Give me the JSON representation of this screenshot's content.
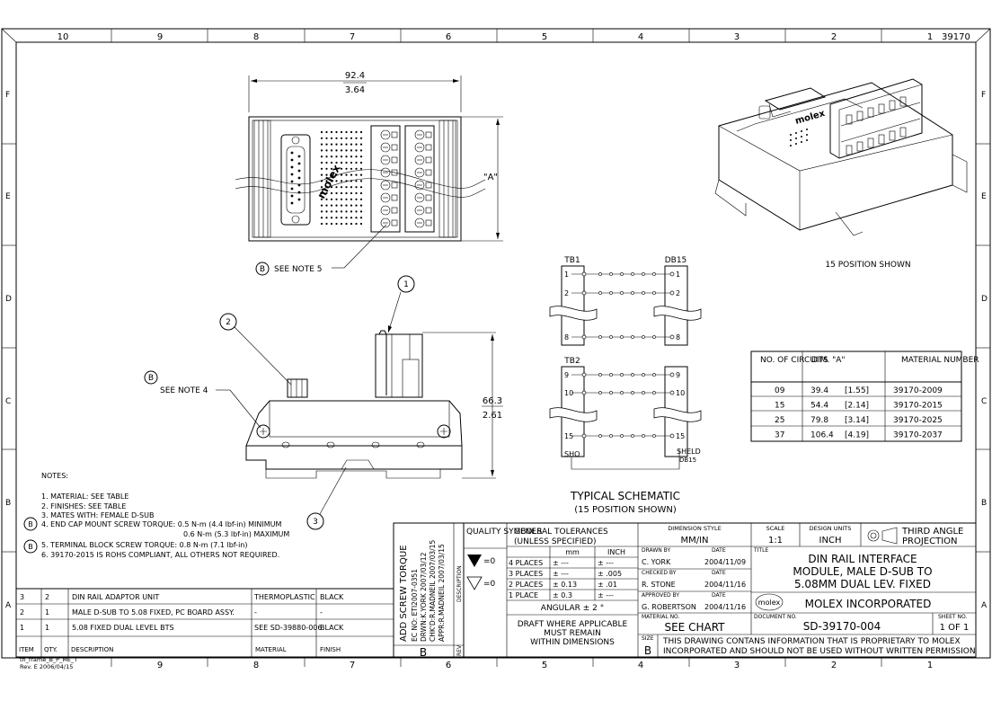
{
  "frame": {
    "col_labels": [
      "10",
      "9",
      "8",
      "7",
      "6",
      "5",
      "4",
      "3",
      "2",
      "1"
    ],
    "row_labels": [
      "F",
      "E",
      "D",
      "C",
      "B",
      "A"
    ],
    "doc_number_corner": "39170",
    "frame_id": "th_frame_B_P_ME_T",
    "frame_rev": "Rev. E 2006/04/15"
  },
  "top_view": {
    "dim_mm": "92.4",
    "dim_in": "3.64",
    "dim_a": "\"A\"",
    "brand": "molex",
    "note_ref": "B",
    "note_label": "SEE NOTE 5"
  },
  "side_view": {
    "balloon_1": "1",
    "balloon_2": "2",
    "balloon_3": "3",
    "note_ref": "B",
    "note_label": "SEE NOTE 4",
    "dim_mm": "66.3",
    "dim_in": "2.61"
  },
  "iso_view": {
    "caption": "15 POSITION SHOWN",
    "brand": "molex"
  },
  "schematic": {
    "tb1": "TB1",
    "db15": "DB15",
    "tb2": "TB2",
    "pins_left": [
      "1",
      "2",
      "8",
      "9",
      "10",
      "15"
    ],
    "pins_right": [
      "1",
      "2",
      "8",
      "9",
      "10",
      "15"
    ],
    "sho": "SHO",
    "shield": "SHELD",
    "shield_sub": "DB15",
    "title": "TYPICAL SCHEMATIC",
    "subtitle": "(15 POSITION SHOWN)"
  },
  "chart_table": {
    "headers": [
      "NO. OF CIRCUITS",
      "DIM. \"A\"",
      "MATERIAL NUMBER"
    ],
    "rows": [
      [
        "09",
        "39.4",
        "[1.55]",
        "39170-2009"
      ],
      [
        "15",
        "54.4",
        "[2.14]",
        "39170-2015"
      ],
      [
        "25",
        "79.8",
        "[3.14]",
        "39170-2025"
      ],
      [
        "37",
        "106.4",
        "[4.19]",
        "39170-2037"
      ]
    ]
  },
  "notes": {
    "heading": "NOTES:",
    "items": [
      "1. MATERIAL: SEE TABLE",
      "2. FINISHES: SEE TABLE",
      "3. MATES WITH: FEMALE D-SUB",
      "4. END CAP MOUNT SCREW TORQUE: 0.5 N-m (4.4 lbf-in) MINIMUM",
      "0.6 N-m (5.3 lbf-in) MAXIMUM",
      "5. TERMINAL BLOCK SCREW TORQUE: 0.8 N-m (7.1 lbf-in)",
      "6. 39170-2015 IS ROHS COMPLIANT, ALL OTHERS NOT REQUIRED."
    ],
    "ref_b": "B"
  },
  "bom": {
    "rows": [
      [
        "3",
        "2",
        "DIN RAIL ADAPTOR UNIT",
        "THERMOPLASTIC",
        "BLACK"
      ],
      [
        "2",
        "1",
        "MALE D-SUB TO 5.08 FIXED, PC BOARD ASSY.",
        "-",
        "-"
      ],
      [
        "1",
        "1",
        "5.08 FIXED DUAL LEVEL BTS",
        "SEE SD-39880-006",
        "BLACK"
      ]
    ],
    "headers": [
      "ITEM",
      "QTY.",
      "DESCRIPTION",
      "MATERIAL",
      "FINISH"
    ]
  },
  "revision": {
    "lines": [
      "ADD SCREW TORQUE",
      "EC NO: ETI2007-0351",
      "DRWN:K.YORK  2007/03/12",
      "CHK'D:R.MADNEIL  2007/03/15",
      "APPR:R.MADNEIL  2007/03/15"
    ],
    "rev_letter": "B",
    "rev_label": "REV",
    "desc_label": "DESCRIPTION"
  },
  "title_block": {
    "quality_symbols": "QUALITY SYMBOLS",
    "sym1": "=0",
    "sym2": "=0",
    "general_tol": "GENERAL TOLERANCES",
    "unless": "(UNLESS SPECIFIED)",
    "mm": "mm",
    "inch": "INCH",
    "tol_rows": [
      [
        "4 PLACES",
        "± ---",
        "± ---"
      ],
      [
        "3 PLACES",
        "± ---",
        "± .005"
      ],
      [
        "2 PLACES",
        "± 0.13",
        "± .01"
      ],
      [
        "1 PLACE",
        "± 0.3",
        "± ---"
      ]
    ],
    "angular": "ANGULAR ± 2 °",
    "draft1": "DRAFT WHERE APPLICABLE",
    "draft2": "MUST REMAIN",
    "draft3": "WITHIN DIMENSIONS",
    "dim_style_label": "DIMENSION STYLE",
    "dim_style": "MM/IN",
    "scale_label": "SCALE",
    "scale": "1:1",
    "design_units_label": "DESIGN UNITS",
    "design_units": "INCH",
    "projection1": "THIRD ANGLE",
    "projection2": "PROJECTION",
    "drawn_by_label": "DRAWN BY",
    "date_label": "DATE",
    "drawn_by": "C. YORK",
    "drawn_date": "2004/11/09",
    "checked_by_label": "CHECKED BY",
    "checked_by": "R. STONE",
    "checked_date": "2004/11/16",
    "approved_by_label": "APPROVED BY",
    "approved_by": "G. ROBERTSON",
    "approved_date": "2004/11/16",
    "title_label": "TITLE",
    "title_line1": "DIN RAIL INTERFACE",
    "title_line2": "MODULE, MALE D-SUB TO",
    "title_line3": "5.08MM DUAL LEV. FIXED",
    "company_logo": "molex",
    "company": "MOLEX INCORPORATED",
    "material_no_label": "MATERIAL NO.",
    "material_no": "SEE CHART",
    "document_no_label": "DOCUMENT NO.",
    "document_no": "SD-39170-004",
    "sheet_no_label": "SHEET NO.",
    "sheet_no": "1 OF 1",
    "size_label": "SIZE",
    "size": "B",
    "proprietary1": "THIS DRAWING CONTANS INFORMATION THAT IS PROPRIETARY TO MOLEX",
    "proprietary2": "INCORPORATED AND SHOULD NOT BE USED WITHOUT WRITTEN PERMISSION"
  }
}
